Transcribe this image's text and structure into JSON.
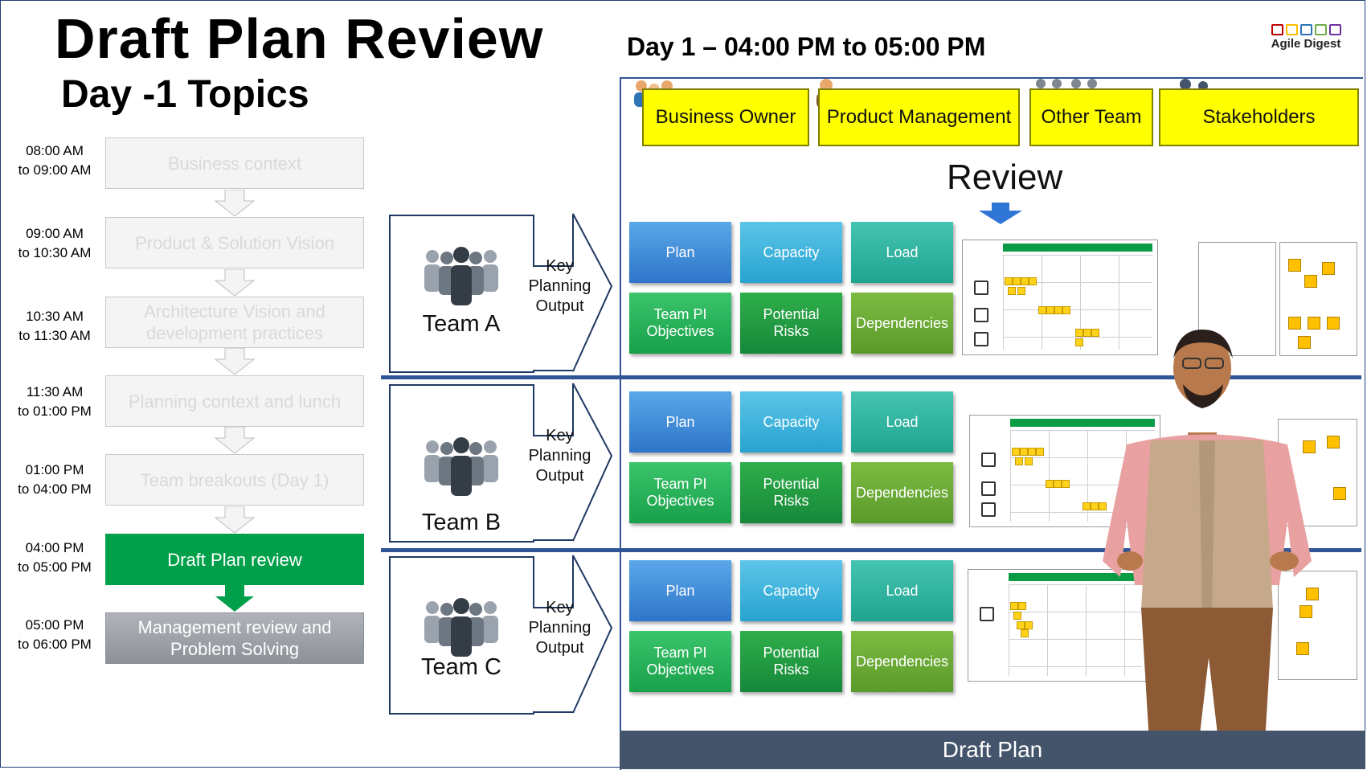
{
  "header": {
    "title": "Draft Plan Review",
    "subtitle": "Day 1 – 04:00 PM to 05:00 PM",
    "topics_heading": "Day -1 Topics",
    "logo_text": "Agile Digest",
    "logo_colors": [
      "#c00000",
      "#ffc000",
      "#2e75b6",
      "#70ad47",
      "#7030a0",
      "#c00000"
    ]
  },
  "timeline": [
    {
      "time": "08:00 AM\nto 09:00 AM",
      "label": "Business context",
      "state": "done"
    },
    {
      "time": "09:00 AM\nto 10:30 AM",
      "label": "Product & Solution  Vision",
      "state": "done"
    },
    {
      "time": "10:30 AM\nto 11:30 AM",
      "label": "Architecture Vision and\ndevelopment practices",
      "state": "done"
    },
    {
      "time": "11:30 AM\nto 01:00 PM",
      "label": "Planning context and lunch",
      "state": "done"
    },
    {
      "time": "01:00 PM\nto 04:00 PM",
      "label": "Team breakouts (Day 1)",
      "state": "done"
    },
    {
      "time": "04:00 PM\nto 05:00 PM",
      "label": "Draft Plan review",
      "state": "active"
    },
    {
      "time": "05:00 PM\nto 06:00 PM",
      "label": "Management review and\nProblem Solving",
      "state": "next"
    }
  ],
  "stakeholders": [
    "Business Owner",
    "Product Management",
    "Other Team",
    "Stakeholders"
  ],
  "review_label": "Review",
  "teams": [
    {
      "name": "Team A",
      "output": "Key\nPlanning\nOutput"
    },
    {
      "name": "Team B",
      "output": "Key\nPlanning\nOutput"
    },
    {
      "name": "Team C",
      "output": "Key\nPlanning\nOutput"
    }
  ],
  "tiles": [
    "Plan",
    "Capacity",
    "Load",
    "Team PI\nObjectives",
    "Potential\nRisks",
    "Dependencies"
  ],
  "footer_label": "Draft Plan",
  "colors": {
    "active_step": "#00a04a",
    "stakeholder_bg": "#ffff00",
    "separator": "#2f5597",
    "footer_bg": "#44546a"
  }
}
